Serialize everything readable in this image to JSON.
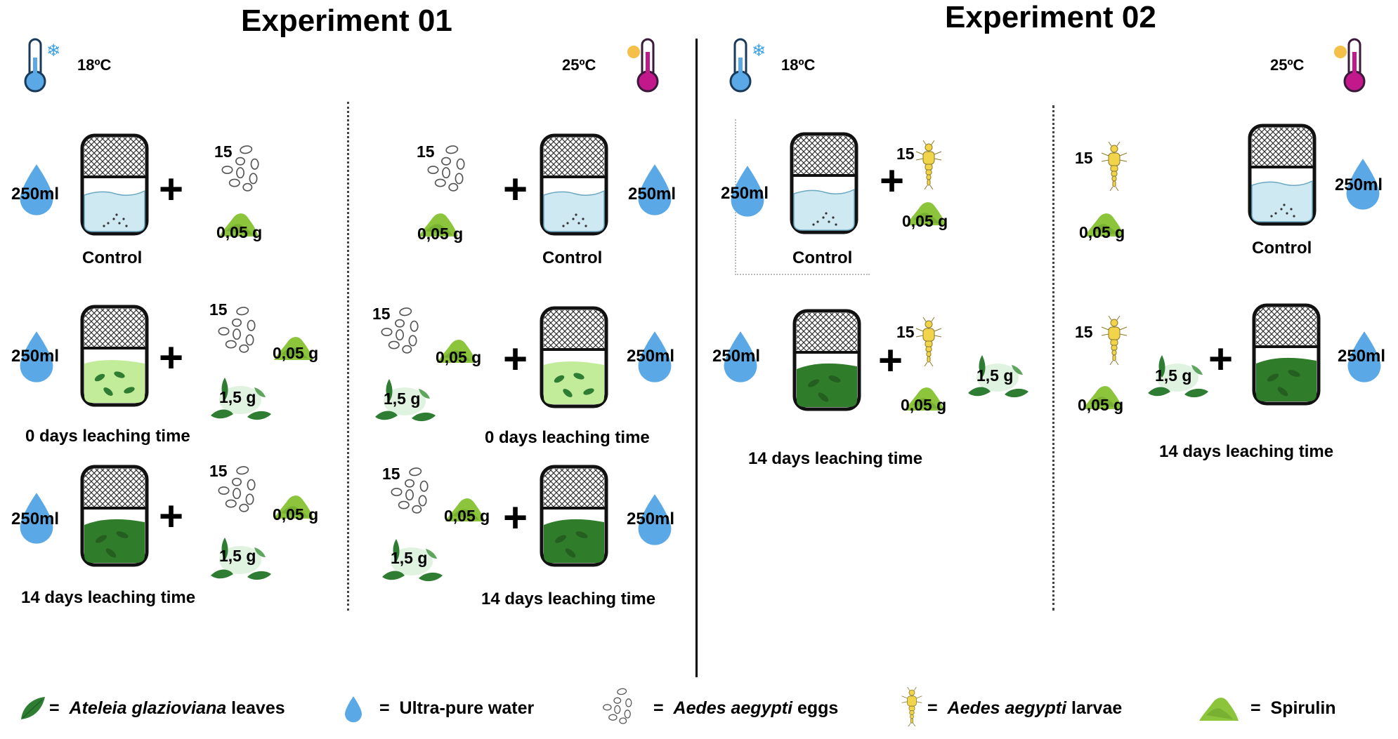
{
  "experiment1": {
    "title": "Experiment 01",
    "temp_cold": "18ºC",
    "temp_warm": "25ºC",
    "volume": "250ml",
    "count": "15",
    "spirulin_amount": "0,05 g",
    "leaves_amount": "1,5 g",
    "control_label": "Control",
    "caption_0days": "0 days leaching time",
    "caption_14days": "14 days leaching time"
  },
  "experiment2": {
    "title": "Experiment 02",
    "temp_cold": "18ºC",
    "temp_warm": "25ºC",
    "volume": "250ml",
    "count": "15",
    "spirulin_amount": "0,05 g",
    "leaves_amount": "1,5 g",
    "control_label": "Control",
    "caption_14days": "14 days leaching time"
  },
  "legend": {
    "equals": "=",
    "leaves_italic": "Ateleia glazioviana",
    "leaves_rest": " leaves",
    "water": "Ultra-pure water",
    "eggs_italic": "Aedes aegypti",
    "eggs_rest": " eggs",
    "larvae_italic": "Aedes aegypti",
    "larvae_rest": " larvae",
    "spirulin": "Spirulin"
  },
  "colors": {
    "water_drop": "#5aa9e6",
    "water_light": "#cfe9f3",
    "leach_0days": "#c2ec9a",
    "leach_14days": "#2f7d2a",
    "spirulin": "#8cc43c",
    "leaf": "#2e7d32",
    "thermo_cold": "#5aa9e6",
    "thermo_warm": "#c2188b",
    "larva": "#f2d44a"
  },
  "icons": [
    "thermometer-cold-icon",
    "thermometer-warm-icon",
    "water-drop-icon",
    "jar-icon",
    "eggs-icon",
    "spirulin-icon",
    "leaves-icon",
    "larva-icon",
    "plus-icon"
  ]
}
